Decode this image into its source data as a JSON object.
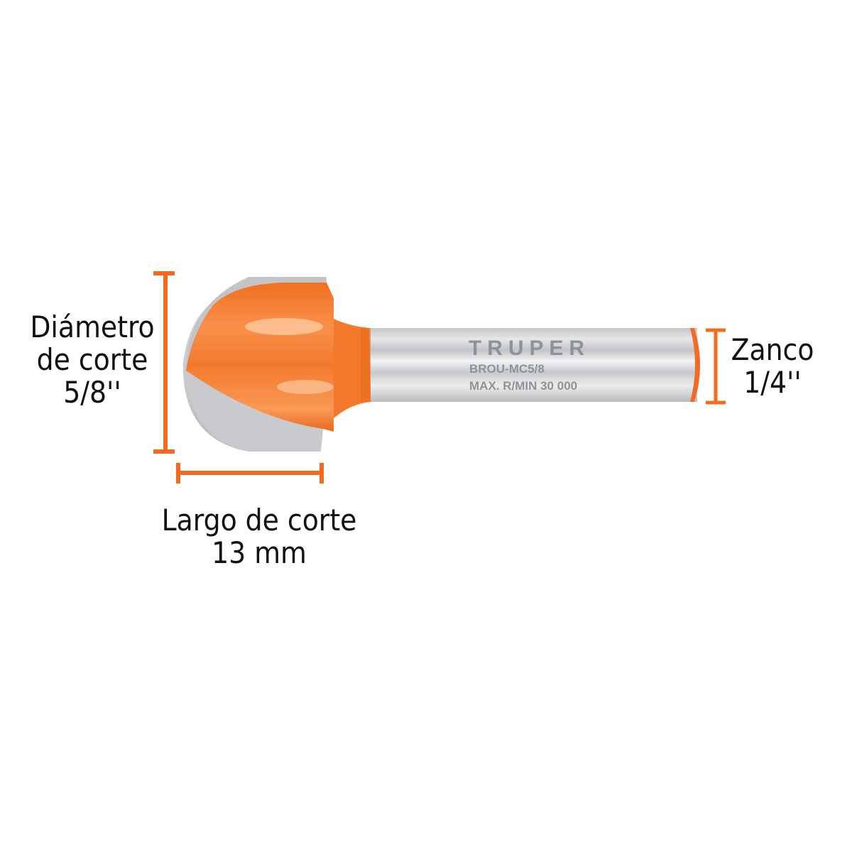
{
  "product": {
    "brand_engraving": "TRUPER",
    "model_engraving": "BROU-MC5/8",
    "speed_engraving": "MAX. R/MIN 30 000",
    "type": "router-bit-core-box"
  },
  "dimensions": {
    "cut_diameter": {
      "line1": "Diámetro",
      "line2": "de corte",
      "value": "5/8''"
    },
    "shank": {
      "line1": "Zanco",
      "value": "1/4''"
    },
    "cut_length": {
      "line1": "Largo de corte",
      "value": "13 mm"
    }
  },
  "colors": {
    "accent": "#f26b21",
    "bit_orange": "#f47a2a",
    "steel": "#c9cbce",
    "engrave": "#8f9398",
    "text": "#111111",
    "background": "#ffffff"
  }
}
